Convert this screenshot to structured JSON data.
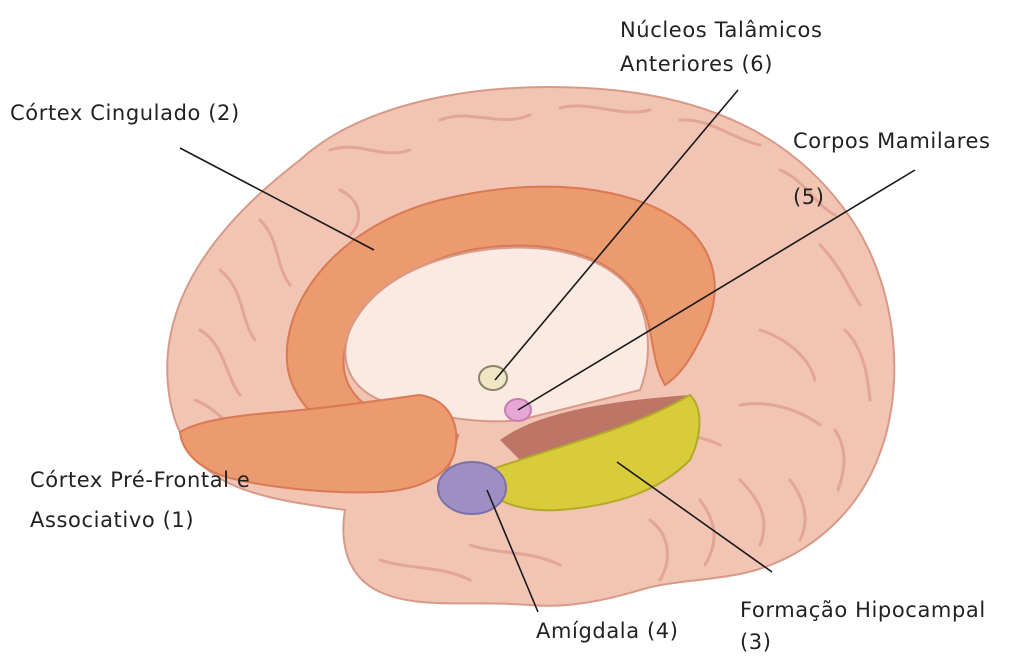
{
  "diagram": {
    "labels": {
      "cingulado": "Córtex Cingulado (2)",
      "nucleos_line1": "Núcleos Talâmicos",
      "nucleos_line2": "Anteriores (6)",
      "mamilares_line1": "Corpos Mamilares",
      "mamilares_line2": "(5)",
      "prefrontal_line1": "Córtex Pré-Frontal e",
      "prefrontal_line2": "Associativo (1)",
      "amigdala": "Amígdala (4)",
      "hipocampal_line1": "Formação Hipocampal",
      "hipocampal_line2": "(3)"
    },
    "colors": {
      "brain": "#f2c4b4",
      "brain_outline": "#d89a88",
      "gyri": "#e3a595",
      "inner": "#fbe9e2",
      "cingulate": "#ec9a6f",
      "cingulate_dark": "#d97a52",
      "hippocampal": "#d8cc3a",
      "amygdala": "#9d8fc4",
      "mamillary": "#e6a6d6",
      "thalamic": "#efe7c4",
      "brainstem": "#bd7566",
      "leader_line": "#1a1a1a"
    }
  }
}
